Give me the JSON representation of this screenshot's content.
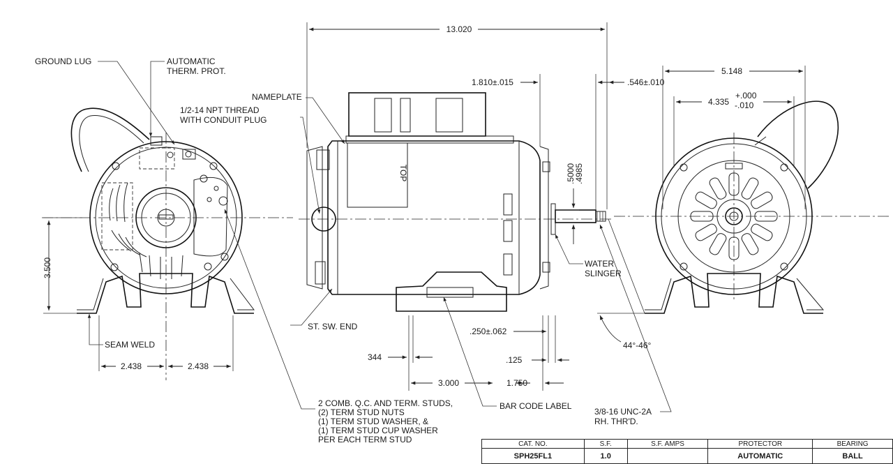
{
  "labels": {
    "ground_lug": "GROUND LUG",
    "auto_prot_1": "AUTOMATIC",
    "auto_prot_2": "THERM. PROT.",
    "nameplate": "NAMEPLATE",
    "npt_1": "1/2-14 NPT THREAD",
    "npt_2": "WITH CONDUIT PLUG",
    "top": "TOP",
    "water_slinger_1": "WATER",
    "water_slinger_2": "SLINGER",
    "st_sw_end": "ST. SW. END",
    "seam_weld": "SEAM WELD",
    "bar_code": "BAR CODE LABEL",
    "thread_1": "3/8-16 UNC-2A",
    "thread_2": "RH. THR'D.",
    "studs": [
      "2 COMB. Q.C. AND TERM. STUDS,",
      "(2) TERM STUD NUTS",
      "(1) TERM STUD WASHER, &",
      "(1) TERM STUD CUP WASHER",
      "PER EACH TERM STUD"
    ]
  },
  "dimensions": {
    "overall": "13.020",
    "d_1810": "1.810±.015",
    "d_546": ".546±.010",
    "d_5148": "5.148",
    "d_4335": "4.335",
    "tol_plus": "+.000",
    "tol_minus": "-.010",
    "shaft_1": ".5000",
    "shaft_2": ".4985",
    "height": "3.500",
    "half_left": "2.438",
    "half_right": "2.438",
    "d_344": "344",
    "d_250": ".250±.062",
    "d_125": ".125",
    "d_3000": "3.000",
    "d_1750": "1.750",
    "angle": "44°-46°"
  },
  "spec_table": {
    "headers": [
      "CAT. NO.",
      "S.F.",
      "S.F. AMPS",
      "PROTECTOR",
      "BEARING"
    ],
    "row": [
      "SPH25FL1",
      "1.0",
      "",
      "AUTOMATIC",
      "BALL"
    ]
  }
}
